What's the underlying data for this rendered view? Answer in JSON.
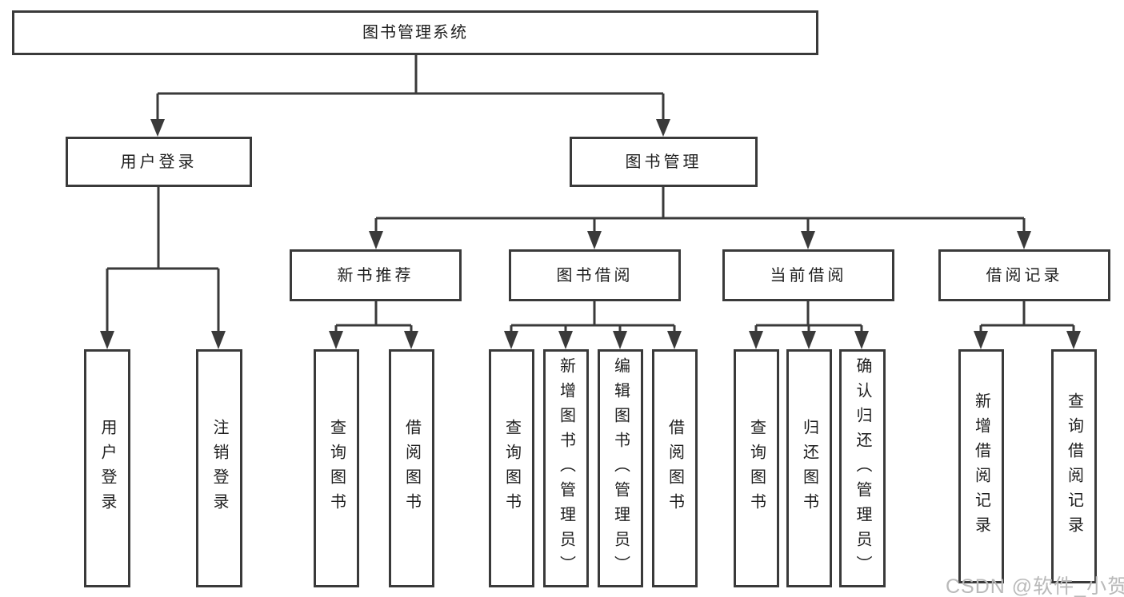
{
  "diagram": {
    "root": {
      "label": "图书管理系统"
    },
    "level2": [
      {
        "label": "用户登录"
      },
      {
        "label": "图书管理"
      }
    ],
    "level3": [
      {
        "label": "新书推荐"
      },
      {
        "label": "图书借阅"
      },
      {
        "label": "当前借阅"
      },
      {
        "label": "借阅记录"
      }
    ],
    "leaves": {
      "user_login": [
        {
          "label": "用户登录"
        },
        {
          "label": "注销登录"
        }
      ],
      "new_book": [
        {
          "label": "查询图书"
        },
        {
          "label": "借阅图书"
        }
      ],
      "book_borrow": [
        {
          "label": "查询图书"
        },
        {
          "label": "新增图书（管理员）"
        },
        {
          "label": "编辑图书（管理员）"
        },
        {
          "label": "借阅图书"
        }
      ],
      "current_borrow": [
        {
          "label": "查询图书"
        },
        {
          "label": "归还图书"
        },
        {
          "label": "确认归还（管理员）"
        }
      ],
      "borrow_records": [
        {
          "label": "新增借阅记录"
        },
        {
          "label": "查询借阅记录"
        }
      ]
    },
    "hierarchy_edges": [
      "图书管理系统>用户登录",
      "图书管理系统>图书管理",
      "用户登录>用户登录",
      "用户登录>注销登录",
      "图书管理>新书推荐",
      "图书管理>图书借阅",
      "图书管理>当前借阅",
      "图书管理>借阅记录",
      "新书推荐>查询图书",
      "新书推荐>借阅图书",
      "图书借阅>查询图书",
      "图书借阅>新增图书（管理员）",
      "图书借阅>编辑图书（管理员）",
      "图书借阅>借阅图书",
      "当前借阅>查询图书",
      "当前借阅>归还图书",
      "当前借阅>确认归还（管理员）",
      "借阅记录>新增借阅记录",
      "借阅记录>查询借阅记录"
    ]
  },
  "watermark": {
    "text": "CSDN @软件_小贺同学",
    "color": "#b9b9b9"
  },
  "colors": {
    "line": "#3a3a3a",
    "text": "#1e1e1e",
    "background": "#ffffff"
  }
}
